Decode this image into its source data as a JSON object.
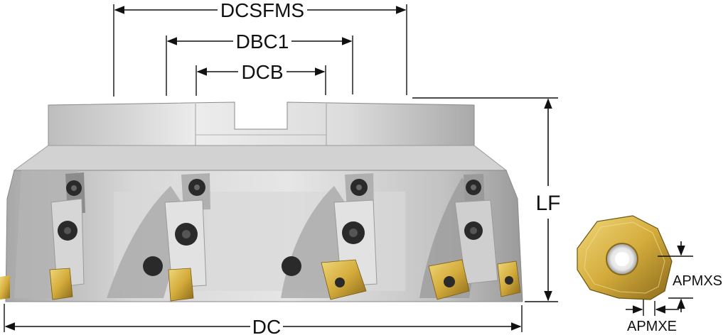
{
  "labels": {
    "dcsfms": "DCSFMS",
    "dbc1": "DBC1",
    "dcb": "DCB",
    "lf": "LF",
    "dc": "DC",
    "apmxs": "APMXS",
    "apmxe": "APMXE"
  },
  "colors": {
    "body_light": "#e4e4e4",
    "body_mid": "#c6c6c6",
    "body_dark": "#8e8e8e",
    "insert_gold": "#d9b548",
    "insert_gold_dark": "#9a7a22",
    "screw": "#2a2a2a",
    "line": "#111111"
  },
  "icons": [
    "milling-cutter-body",
    "cutting-insert",
    "insert-detail-view"
  ]
}
